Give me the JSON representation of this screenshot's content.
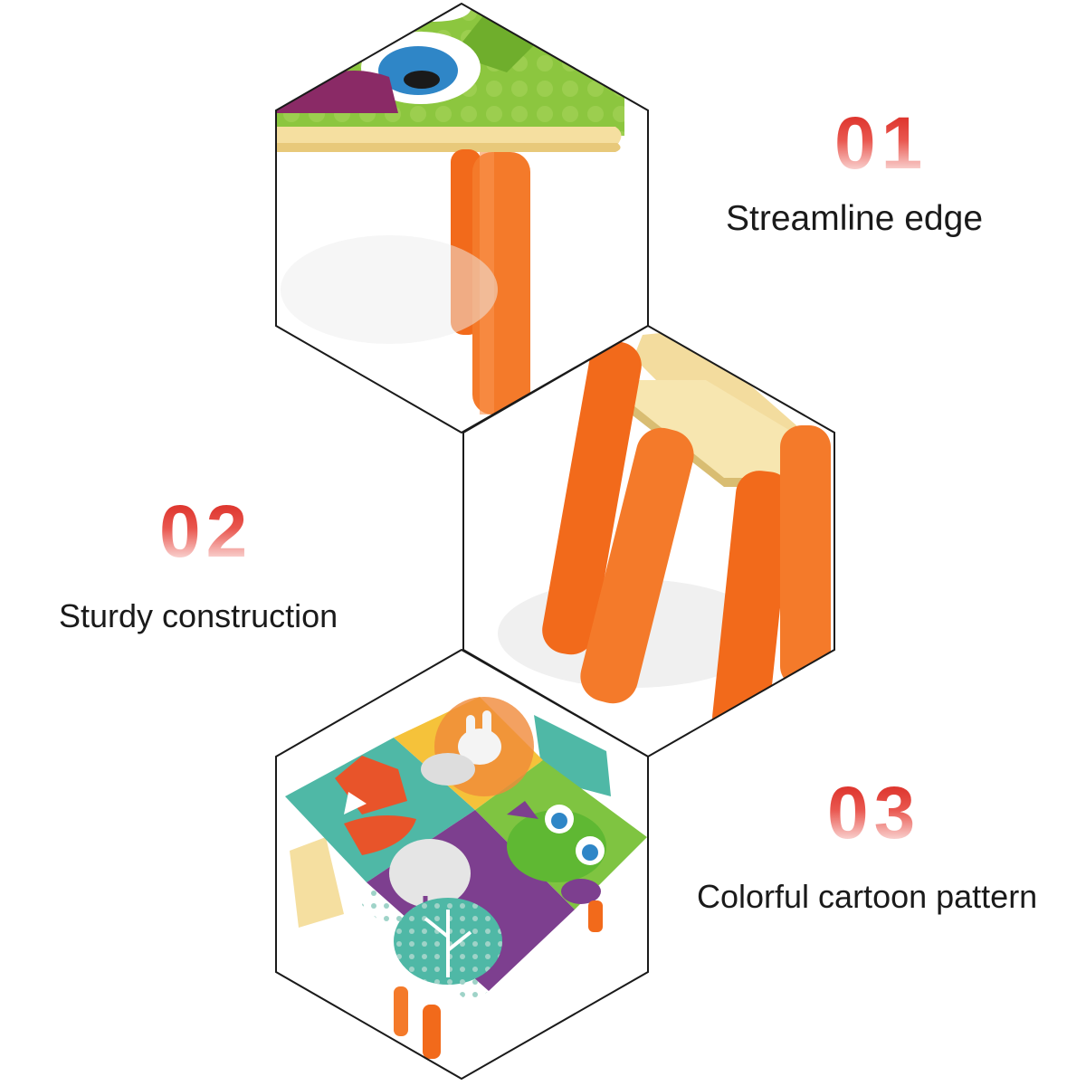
{
  "features": [
    {
      "number": "01",
      "caption": "Streamline edge"
    },
    {
      "number": "02",
      "caption": "Sturdy construction"
    },
    {
      "number": "03",
      "caption": "Colorful cartoon pattern"
    }
  ],
  "colors": {
    "number_red": "#d9261f",
    "hex_outline": "#1a1a1a",
    "leg_orange": "#f26a1b",
    "wood": "#f5dfa0",
    "table_green": "#8cc63f"
  }
}
